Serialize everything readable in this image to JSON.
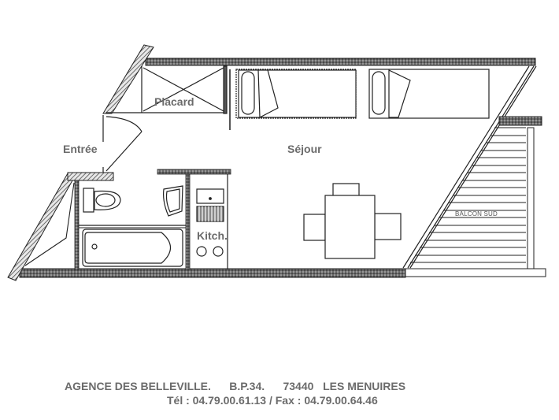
{
  "rooms": {
    "placard": "Placard",
    "entree": "Entrée",
    "sejour": "Séjour",
    "kitchen": "Kitch.",
    "balcony": "BALCON SUD"
  },
  "footer": {
    "line1": "AGENCE DES BELLEVILLE.      B.P.34.      73440   LES MENUIRES",
    "line2": "Tél : 04.79.00.61.13 / Fax : 04.79.00.64.46"
  },
  "colors": {
    "wall_fill": "#555555",
    "line": "#222222",
    "label": "#6b6b6b",
    "background": "#ffffff"
  }
}
